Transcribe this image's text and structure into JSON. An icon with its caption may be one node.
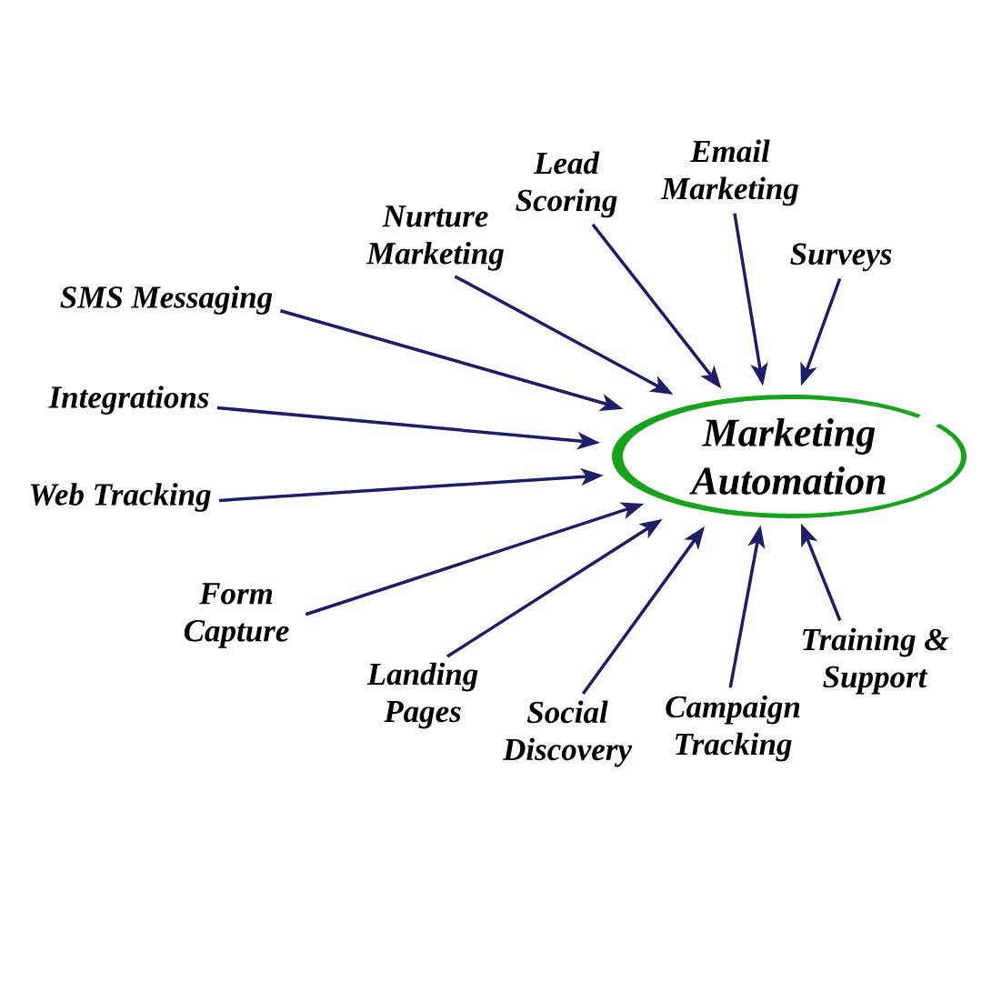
{
  "diagram": {
    "nodes": [
      {
        "text": [
          "Marketing Automation"
        ]
      },
      {
        "text": [
          "Email Marketing"
        ]
      },
      {
        "text": [
          "Lead Scoring"
        ]
      },
      {
        "text": [
          "Nurture Marketing"
        ]
      },
      {
        "text": [
          "Surveys"
        ]
      },
      {
        "text": [
          "SMS Messaging"
        ]
      },
      {
        "text": [
          "Integrations"
        ]
      },
      {
        "text": [
          "Web Tracking"
        ]
      },
      {
        "text": [
          "Form Capture"
        ]
      },
      {
        "text": [
          "Training & Support"
        ]
      },
      {
        "text": [
          "Landing Pages"
        ]
      },
      {
        "text": [
          "Campaign Tracking"
        ]
      },
      {
        "text": [
          "Social Discovery"
        ]
      }
    ],
    "edges": [
      {
        "from": 1,
        "to": 0,
        "arrow": "to"
      },
      {
        "from": 2,
        "to": 0,
        "arrow": "to"
      },
      {
        "from": 3,
        "to": 0,
        "arrow": "to"
      },
      {
        "from": 4,
        "to": 0,
        "arrow": "to"
      },
      {
        "from": 5,
        "to": 0,
        "arrow": "to"
      },
      {
        "from": 6,
        "to": 0,
        "arrow": "to"
      },
      {
        "from": 7,
        "to": 0,
        "arrow": "to"
      },
      {
        "from": 8,
        "to": 0,
        "arrow": "to"
      },
      {
        "from": 9,
        "to": 0,
        "arrow": "to"
      },
      {
        "from": 10,
        "to": 0,
        "arrow": "to"
      },
      {
        "from": 11,
        "to": 0,
        "arrow": "to"
      },
      {
        "from": 12,
        "to": 0,
        "arrow": "to"
      }
    ]
  }
}
